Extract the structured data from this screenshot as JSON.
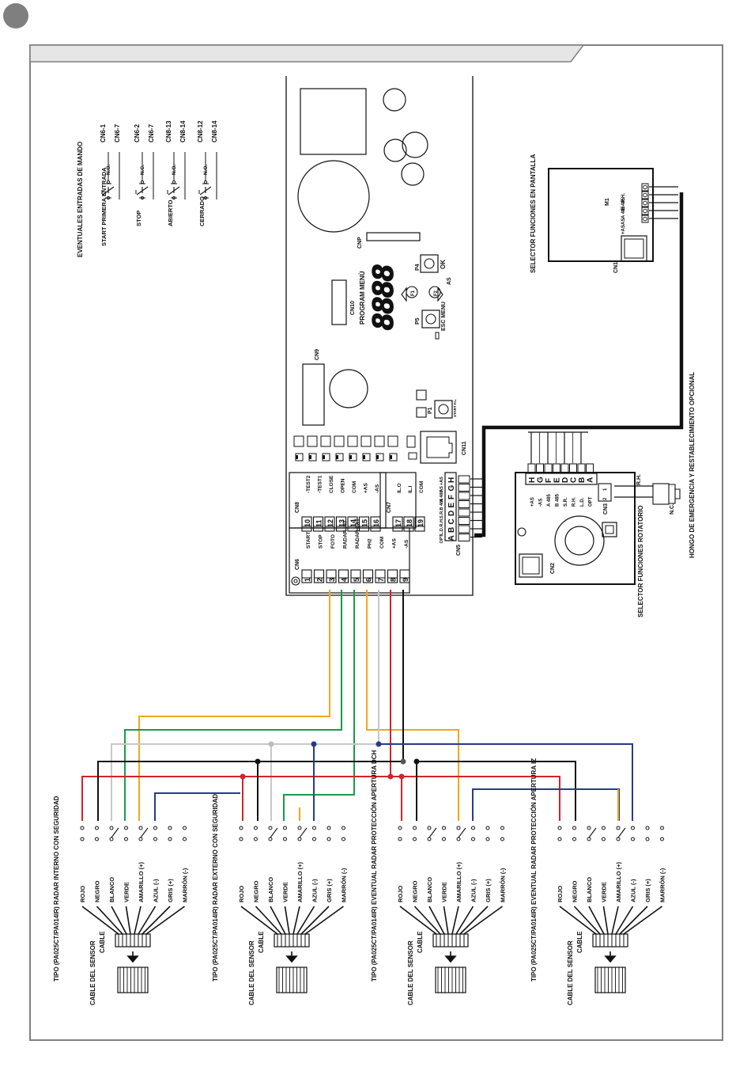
{
  "colors": {
    "orange": "#f2a71b",
    "green": "#1a9a4a",
    "grey": "#c8c8c8",
    "red": "#d3222a",
    "blue": "#283a8c",
    "black": "#111111",
    "frame": "#808080",
    "header": "#e6e6e6"
  },
  "inputs": {
    "title": "EVENTUALES ENTRADAS DE MANDO",
    "items": [
      {
        "label": "START PRIMERA ENTRADA",
        "contact": "N.O.",
        "pins": [
          "CN6-1",
          "CN6-7"
        ]
      },
      {
        "label": "STOP",
        "contact": "N.C.",
        "pins": [
          "CN6-2",
          "CN6-7"
        ]
      },
      {
        "label": "ABIERTO",
        "contact": "N.O.",
        "pins": [
          "CN8-13",
          "CN8-14"
        ]
      },
      {
        "label": "CERRADO",
        "contact": "N.O.",
        "pins": [
          "CN8-12",
          "CN8-14"
        ]
      }
    ]
  },
  "board": {
    "cnp": "CNP",
    "cn9": "CN9",
    "cn10": "CN10",
    "cn11": "CN11",
    "program_menu": "PROGRAM MENÙ",
    "display": "8888",
    "p4": "P4",
    "ok": "OK",
    "p5": "P5",
    "esc_menu": "ESC MENU",
    "as": "AS",
    "p1": "P1",
    "start_fl": "START F.L.",
    "f1": "F1",
    "f2": "F2",
    "cn5": "CN5",
    "cn7": "CN7",
    "cn8": "CN8",
    "cn6": "CN6",
    "cn8_pins": [
      {
        "num": "10",
        "label": "-TEST2"
      },
      {
        "num": "11",
        "label": "-TEST1"
      },
      {
        "num": "12",
        "label": "CLOSE"
      },
      {
        "num": "13",
        "label": "OPEN"
      },
      {
        "num": "14",
        "label": "COM"
      },
      {
        "num": "15",
        "label": "+AS"
      },
      {
        "num": "16",
        "label": "-AS"
      }
    ],
    "cn7_pins": [
      {
        "num": "17",
        "label": "IL.O"
      },
      {
        "num": "18",
        "label": "IL.I"
      },
      {
        "num": "19",
        "label": "COM"
      }
    ],
    "cn6_pins": [
      {
        "num": "1",
        "label": "START"
      },
      {
        "num": "2",
        "label": "STOP"
      },
      {
        "num": "3",
        "label": "FOTO"
      },
      {
        "num": "4",
        "label": "RADAR INT"
      },
      {
        "num": "5",
        "label": "RADAR EXT"
      },
      {
        "num": "6",
        "label": "PH2"
      },
      {
        "num": "7",
        "label": "COM"
      },
      {
        "num": "8",
        "label": "+AS"
      },
      {
        "num": "9",
        "label": "-AS"
      }
    ],
    "cn5_pins": [
      {
        "letter": "H",
        "label": "+AS"
      },
      {
        "letter": "G",
        "label": "-AS"
      },
      {
        "letter": "F",
        "label": "A 485"
      },
      {
        "letter": "E",
        "label": "B 485"
      },
      {
        "letter": "D",
        "label": "S.R."
      },
      {
        "letter": "C",
        "label": "R.H."
      },
      {
        "letter": "B",
        "label": "L.D."
      },
      {
        "letter": "A",
        "label": "OPT"
      }
    ]
  },
  "selector_screen": {
    "title": "SELECTOR FUNCIONES EN PANTALLA",
    "m1": "M1",
    "cn1": "CN1",
    "pins": [
      "R.H.",
      "B 485",
      "A 485",
      "-AS",
      "+AS"
    ]
  },
  "selector_rotary": {
    "title": "SELECTOR FUNCIONES ROTATORIO",
    "cn2": "CN2",
    "cn3": "CN3",
    "cn3_pins": [
      "1",
      "2"
    ],
    "pins": [
      {
        "letter": "H",
        "label": "+AS"
      },
      {
        "letter": "G",
        "label": "-AS"
      },
      {
        "letter": "F",
        "label": "A 485"
      },
      {
        "letter": "E",
        "label": "B 485"
      },
      {
        "letter": "D",
        "label": "S.R."
      },
      {
        "letter": "C",
        "label": "R.H."
      },
      {
        "letter": "B",
        "label": "L.D."
      },
      {
        "letter": "A",
        "label": "OPT"
      }
    ],
    "rh": "R.H."
  },
  "emergency": {
    "title": "HONGO DE EMERGENCIA Y RESTABLECIMIENTO OPCIONAL",
    "contact": "N.C."
  },
  "sensors": [
    {
      "title": "TIPO (PA025CT/PA014IR) RADAR INTERNO CON SEGURIDAD"
    },
    {
      "title": "TIPO (PA025CT/PA014IR) RADAR EXTERNO CON SEGURIDAD"
    },
    {
      "title": "TIPO (PA025CT/PA014IR) EVENTUAL RADAR PROTECCIÓN APERTURA DCH"
    },
    {
      "title": "TIPO (PA025CT/PA014IR) EVENTUAL RADAR PROTECCIÓN APERTURA IZ"
    }
  ],
  "wire_labels": [
    "ROJO",
    "NEGRO",
    "BLANCO",
    "VERDE",
    "AMARILLO (+)",
    "AZUL (-)",
    "GRIS (+)",
    "MARRÓN (-)"
  ],
  "cable_label": "CABLE",
  "sensor_cable_label": "CABLE DEL SENSOR"
}
